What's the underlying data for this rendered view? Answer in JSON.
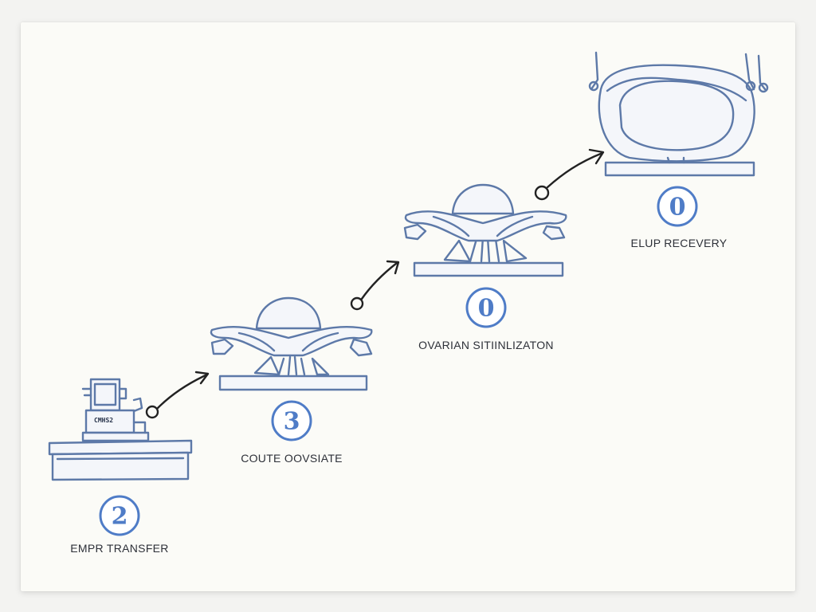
{
  "steps": [
    {
      "badge": "2",
      "label": "EMPR TRANSFER",
      "machine_text": "CMHS2"
    },
    {
      "badge": "3",
      "label": "COUTE OOVSIATE"
    },
    {
      "badge": "0",
      "label": "OVARIAN SITIINLIZATON"
    },
    {
      "badge": "0",
      "label": "ELUP RECEVERY"
    }
  ],
  "colors": {
    "accent": "#4f7cc7",
    "line": "#5d79a8",
    "arrow": "#222222",
    "paper": "#fbfbf7"
  }
}
